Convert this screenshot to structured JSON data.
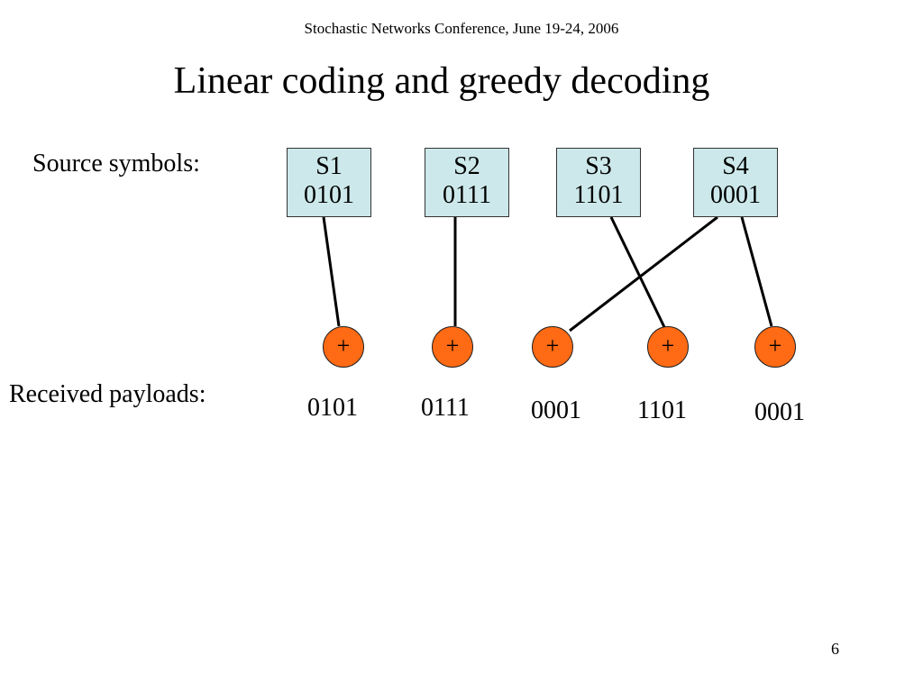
{
  "header": "Stochastic Networks Conference, June 19-24, 2006",
  "title": "Linear coding and greedy decoding",
  "source_label": "Source symbols:",
  "received_label": "Received payloads:",
  "sources": [
    {
      "name": "S1",
      "bits": "0101"
    },
    {
      "name": "S2",
      "bits": "0111"
    },
    {
      "name": "S3",
      "bits": "1101"
    },
    {
      "name": "S4",
      "bits": "0001"
    }
  ],
  "encoders": [
    {
      "symbol": "+",
      "inputs": [
        "S1"
      ],
      "payload": "0101"
    },
    {
      "symbol": "+",
      "inputs": [
        "S2"
      ],
      "payload": "0111"
    },
    {
      "symbol": "+",
      "inputs": [
        "S4"
      ],
      "payload": "0001"
    },
    {
      "symbol": "+",
      "inputs": [
        "S3"
      ],
      "payload": "1101"
    },
    {
      "symbol": "+",
      "inputs": [
        "S4"
      ],
      "payload": "0001"
    }
  ],
  "colors": {
    "source_fill": "#cce8ea",
    "node_fill": "#ff6a14"
  },
  "page_number": "6"
}
